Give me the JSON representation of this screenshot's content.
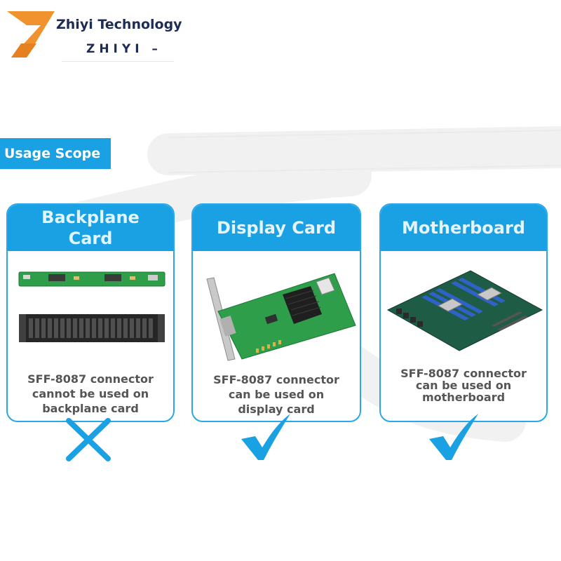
{
  "brand": {
    "name": "Zhiyi Technology",
    "sub": "ZHIYI –",
    "logo_letter": "Z",
    "colors": {
      "logo": "#f0922e",
      "text": "#1e2c54"
    }
  },
  "section": {
    "title": "Usage Scope",
    "color": "#1aa1e3"
  },
  "cards": [
    {
      "title_line1": "Backplane",
      "title_line2": "Card",
      "description_lines": [
        "SFF-8087 connector",
        "cannot be used on",
        "backplane card"
      ],
      "verdict": "cross-icon"
    },
    {
      "title": "Display Card",
      "description_lines": [
        "SFF-8087 connector",
        "can be used on",
        "display card"
      ],
      "verdict": "check-icon"
    },
    {
      "title": "Motherboard",
      "description_lines": [
        "SFF-8087 connector",
        "can be used on",
        "motherboard"
      ],
      "verdict": "check-icon"
    }
  ],
  "colors": {
    "accent": "#1aa1e3",
    "border": "#2aa7e8",
    "pcb_green": "#2e9e4a"
  }
}
